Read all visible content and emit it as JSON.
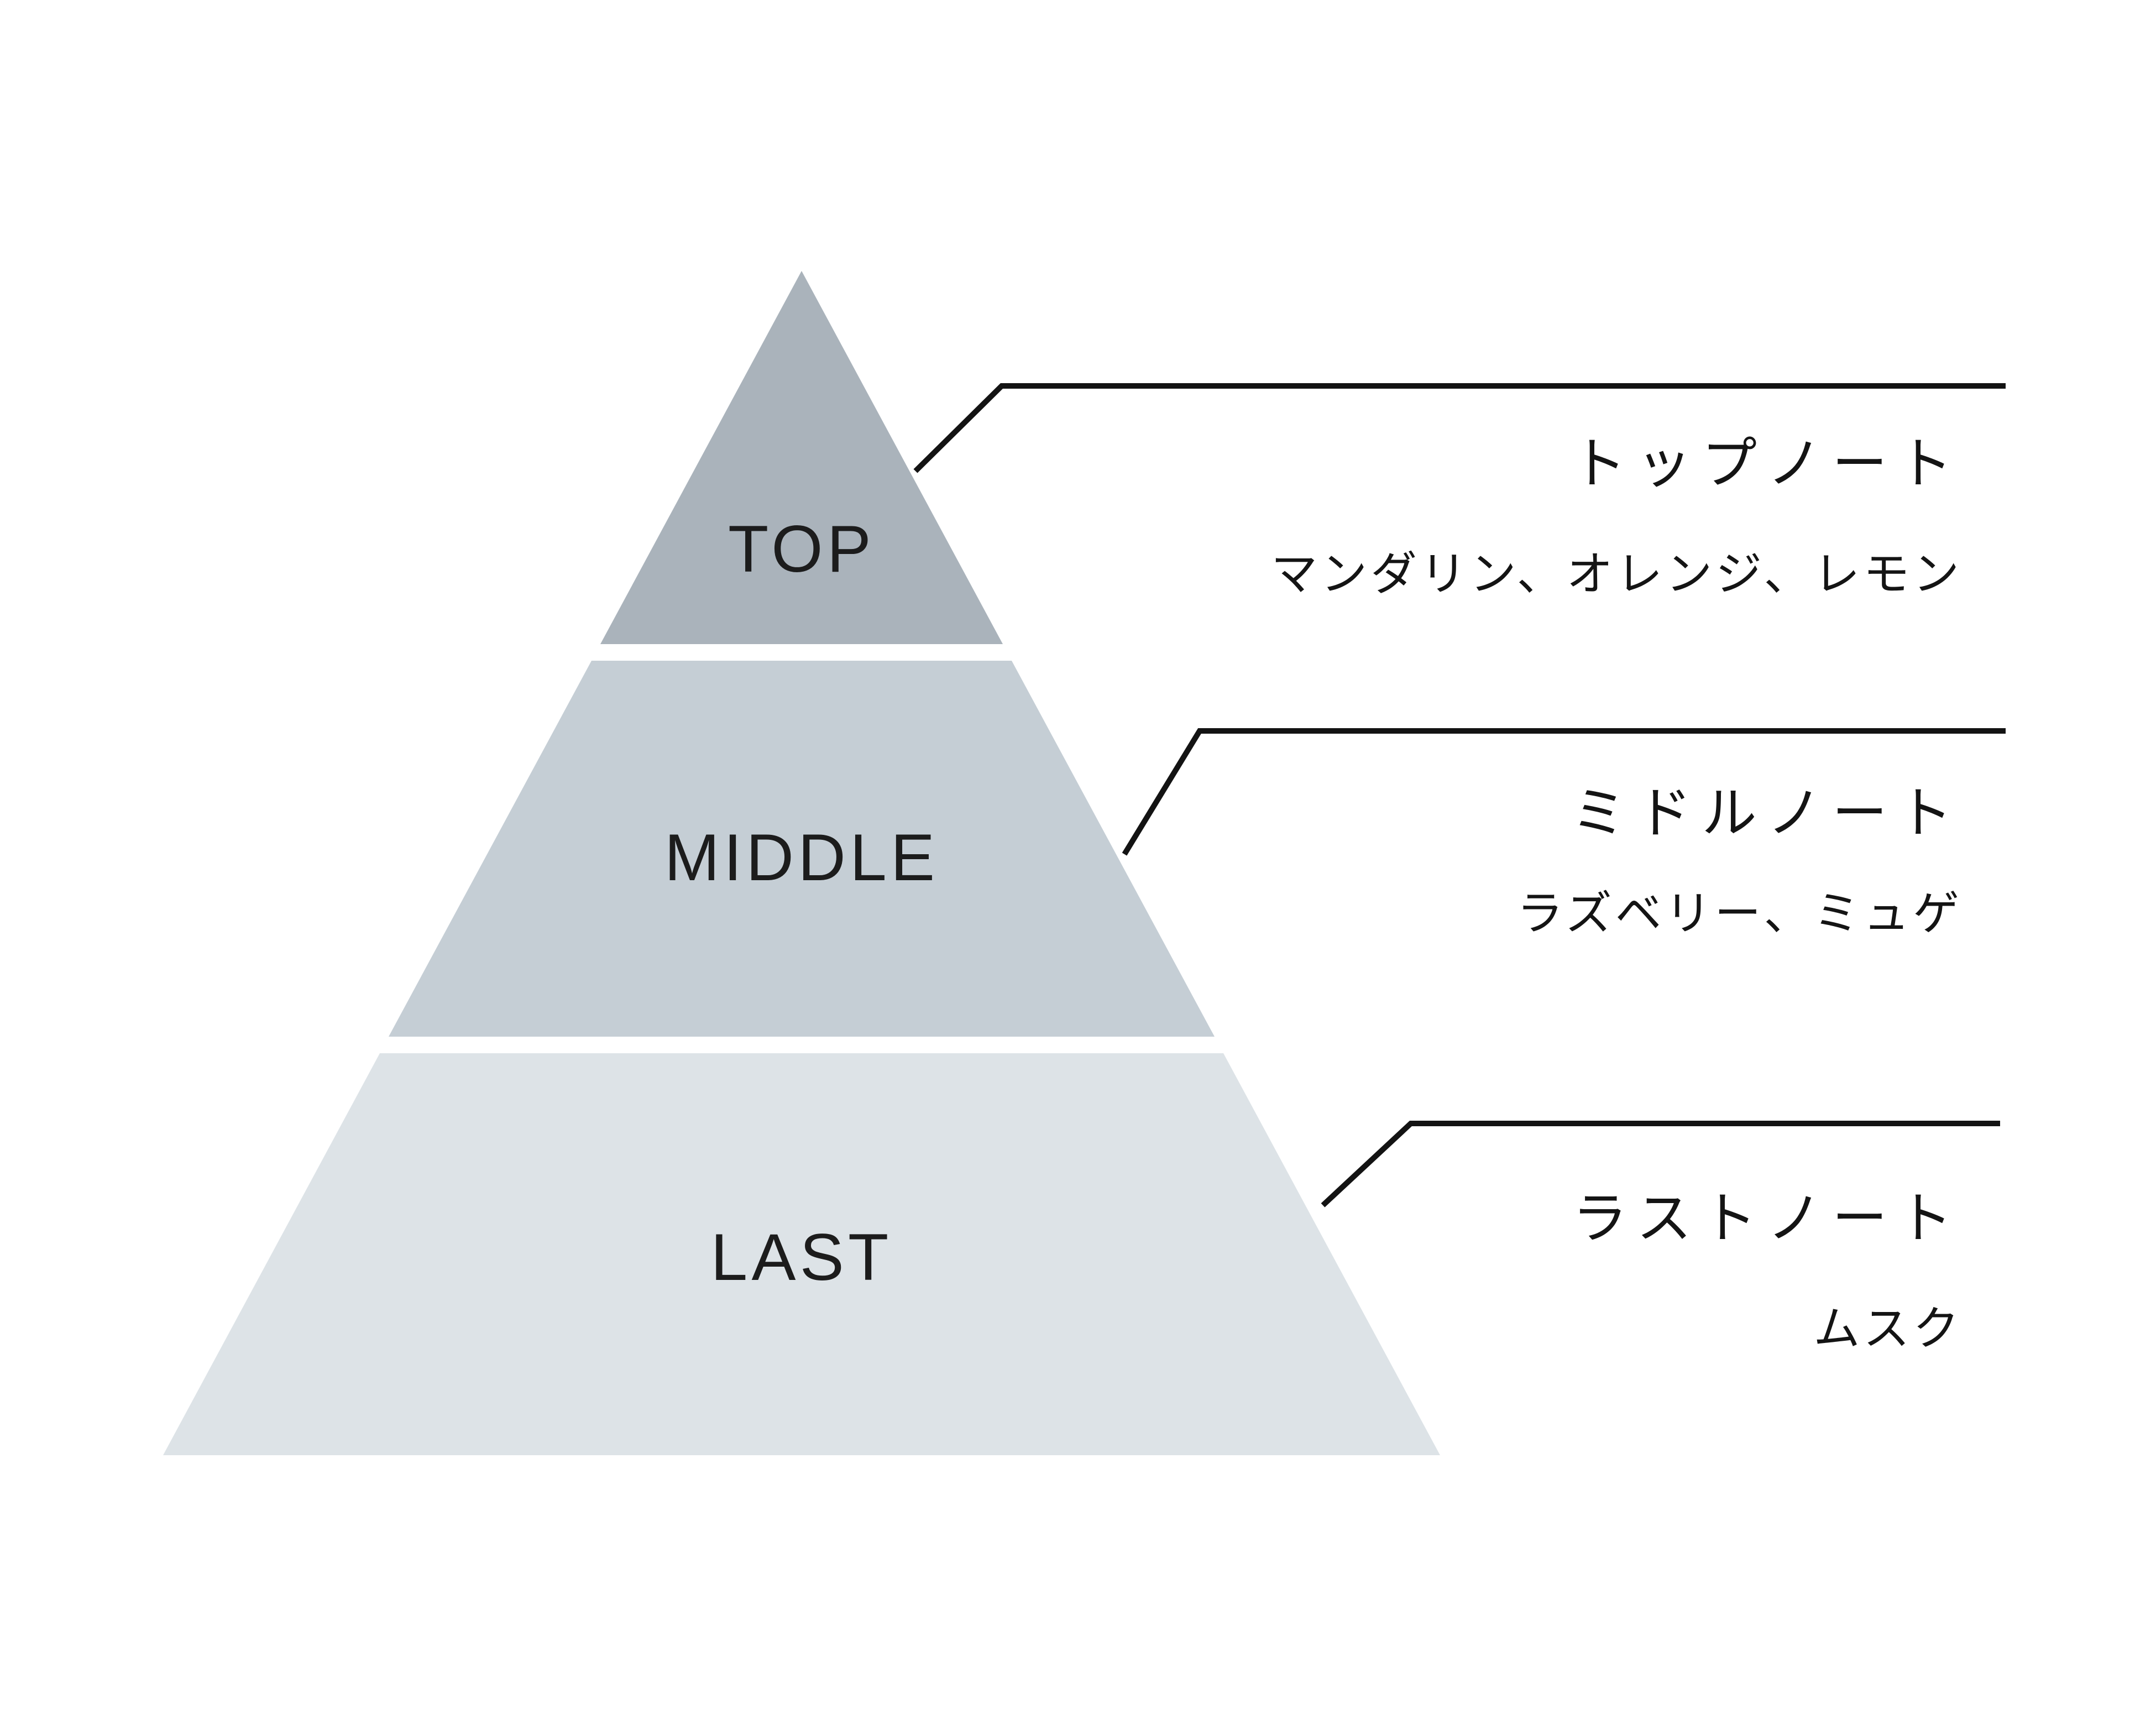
{
  "page": {
    "background": "#ffffff"
  },
  "pyramid": {
    "connector_color": "#131313",
    "text_color": "#141414",
    "tiers": [
      {
        "label": "TOP",
        "fill": "#aab3bb",
        "note_title": "トップノート",
        "note_items": "マンダリン、オレンジ、レモン"
      },
      {
        "label": "MIDDLE",
        "fill": "#c5ced5",
        "note_title": "ミドルノート",
        "note_items": "ラズベリー、ミュゲ"
      },
      {
        "label": "LAST",
        "fill": "#dde3e7",
        "note_title": "ラストノート",
        "note_items": "ムスク"
      }
    ]
  }
}
